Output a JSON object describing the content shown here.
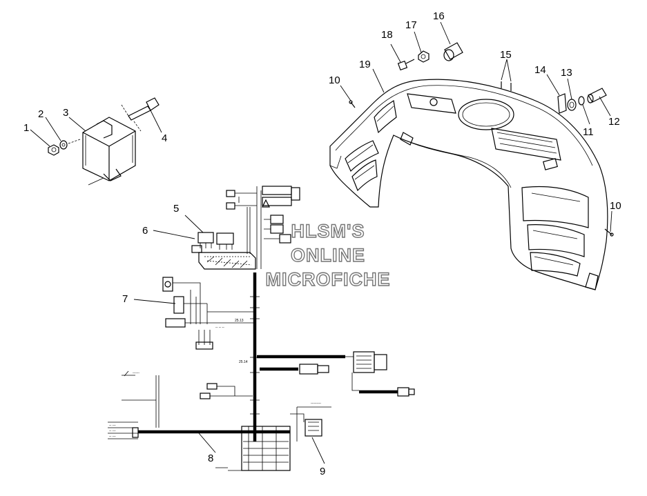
{
  "callouts": {
    "c1": "1",
    "c2": "2",
    "c3": "3",
    "c4": "4",
    "c5": "5",
    "c6": "6",
    "c7": "7",
    "c8": "8",
    "c9": "9",
    "c10a": "10",
    "c10b": "10",
    "c11": "11",
    "c12": "12",
    "c13": "13",
    "c14": "14",
    "c15": "15",
    "c16": "16",
    "c17": "17",
    "c18": "18",
    "c19": "19"
  },
  "watermark": {
    "line1": "HLSM'S",
    "line2": "ONLINE",
    "line3": "MICROFICHE"
  }
}
